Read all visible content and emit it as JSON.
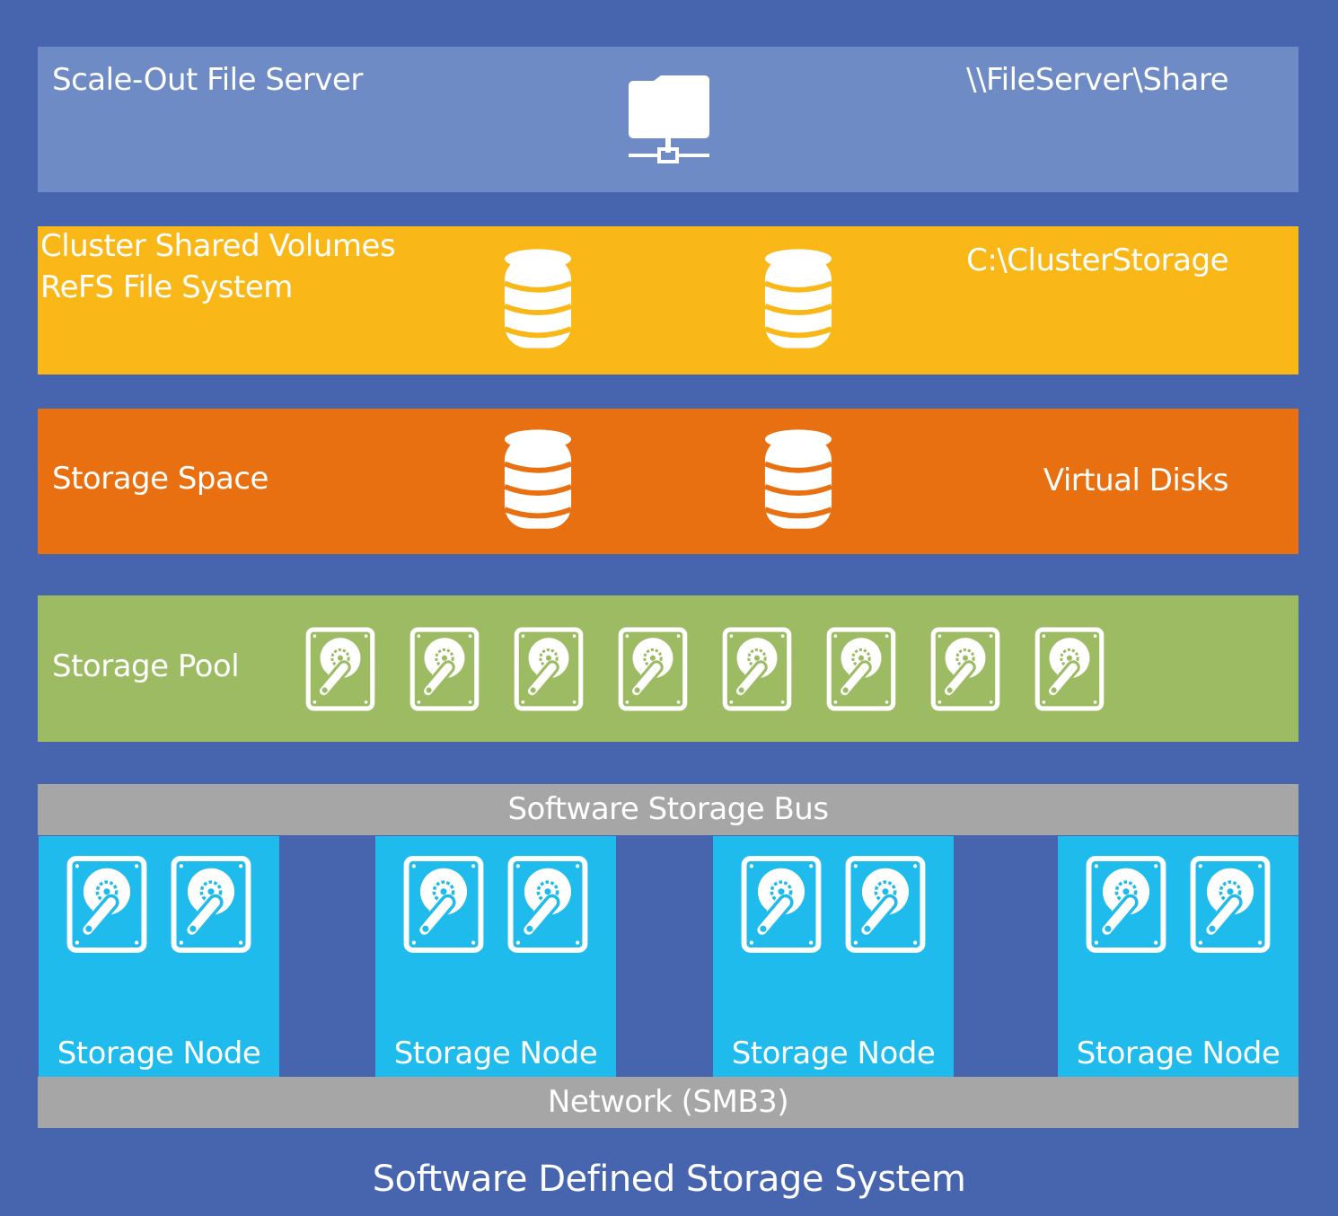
{
  "layers": {
    "file_server": {
      "title": "Scale-Out File Server",
      "path": "\\\\FileServer\\Share",
      "icon": "network-folder-icon"
    },
    "csv": {
      "title_line1": "Cluster Shared Volumes",
      "title_line2": "ReFS File System",
      "path": "C:\\ClusterStorage",
      "icon": "database-icon"
    },
    "storage_space": {
      "title": "Storage Space",
      "right_label": "Virtual Disks",
      "icon": "database-icon"
    },
    "storage_pool": {
      "title": "Storage Pool",
      "disk_count": 8,
      "icon": "hard-disk-icon"
    }
  },
  "software_storage_bus": "Software Storage Bus",
  "nodes": [
    {
      "label": "Storage Node",
      "disks": 2
    },
    {
      "label": "Storage Node",
      "disks": 2
    },
    {
      "label": "Storage Node",
      "disks": 2
    },
    {
      "label": "Storage Node",
      "disks": 2
    }
  ],
  "network": "Network (SMB3)",
  "footer": "Software Defined Storage System",
  "colors": {
    "background": "#4764ae",
    "file_server": "#6e8bc6",
    "csv": "#f9b817",
    "storage_space": "#e97010",
    "storage_pool": "#9cbb62",
    "bus": "#a6a6a6",
    "node": "#1ebbec"
  }
}
